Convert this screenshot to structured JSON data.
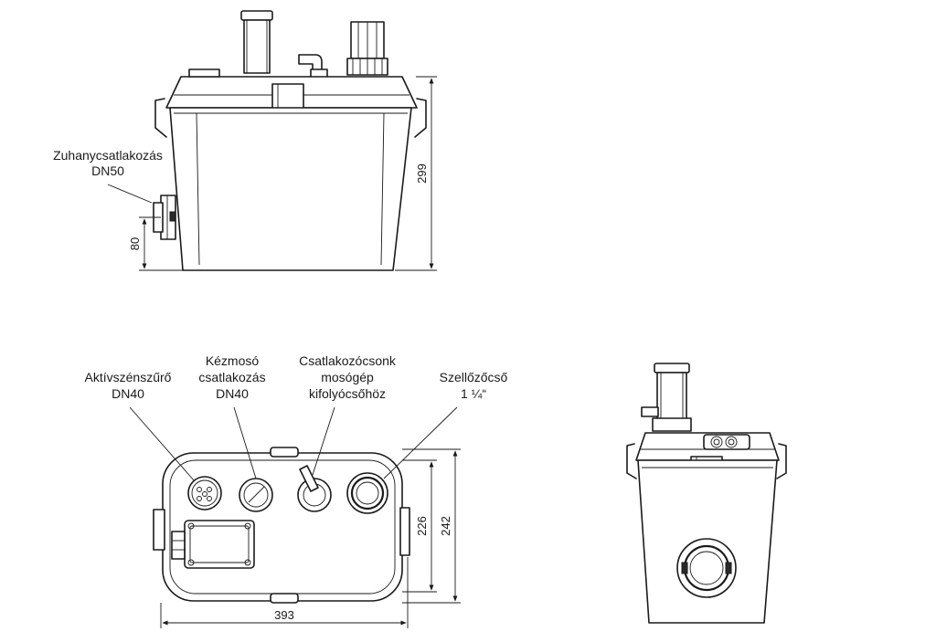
{
  "labels": {
    "shower": [
      "Zuhanycsatlakozás",
      "DN50"
    ],
    "carbon_filter": [
      "Aktívszénszűrő",
      "DN40"
    ],
    "basin": [
      "Kézmosó",
      "csatlakozás",
      "DN40"
    ],
    "washing_machine": [
      "Csatlakozócsonk",
      "mosógép",
      "kifolyócsőhöz"
    ],
    "vent": [
      "Szellőzőcső",
      "1 ¼“"
    ]
  },
  "dimensions": {
    "total_height": "299",
    "inlet_height": "80",
    "inner_depth": "226",
    "outer_depth": "242",
    "width": "393"
  }
}
